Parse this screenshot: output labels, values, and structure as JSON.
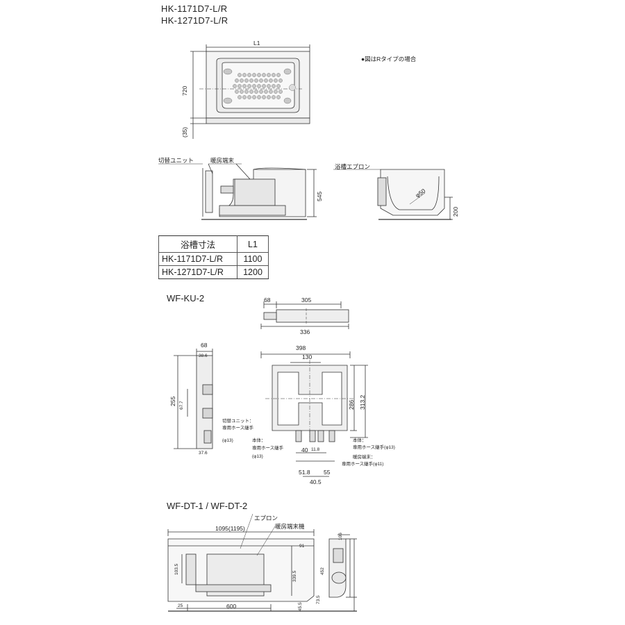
{
  "header": {
    "model_line_1": "HK-1171D7-L/R",
    "model_line_2": "HK-1271D7-L/R"
  },
  "top_view": {
    "note": "●図はRタイプの場合",
    "dim_l1": "L1",
    "dim_720": "720",
    "dim_35": "(35)"
  },
  "side_view": {
    "label_switch_unit": "切替ユニット",
    "label_heating_terminal": "暖房端末",
    "dim_545": "545"
  },
  "section_view": {
    "label_apron": "浴槽エプロン",
    "dim_phi50": "φ50",
    "dim_200": "200"
  },
  "spec_table": {
    "headers": [
      "浴槽寸法",
      "L1"
    ],
    "rows": [
      {
        "model": "HK-1171D7-L/R",
        "l1": "1100"
      },
      {
        "model": "HK-1271D7-L/R",
        "l1": "1200"
      }
    ]
  },
  "wf_ku": {
    "title": "WF-KU-2",
    "dim_68_top": "68",
    "dim_305": "305",
    "dim_336": "336",
    "dim_68_side": "68",
    "dim_38_6": "38.6",
    "dim_255": "255",
    "dim_67_7": "67.7",
    "dim_37_6": "37.6",
    "dim_398": "398",
    "dim_130": "130",
    "dim_286": "286",
    "dim_313_2": "313.2",
    "dim_40": "40",
    "dim_11_8": "11.8",
    "dim_51_8": "51.8",
    "dim_55": "55",
    "dim_40_5": "40.5",
    "label_left_1": "切替ユニット：",
    "label_left_2": "専用ホース継手",
    "label_left_3": "(φ13)",
    "label_mid_1": "本体：",
    "label_mid_2": "専用ホース継手",
    "label_mid_3": "(φ13)",
    "label_right_1": "本体：",
    "label_right_2": "専用ホース継手(φ13)",
    "label_right_3": "暖房端末：",
    "label_right_4": "専用ホース継手(φ11)"
  },
  "wf_dt": {
    "title": "WF-DT-1 / WF-DT-2",
    "label_apron": "エプロン",
    "label_heating_unit": "暖房端末機",
    "dim_1095": "1095(1195)",
    "dim_103_5": "103.5",
    "dim_339_5": "339.5",
    "dim_91": "91",
    "dim_452": "452",
    "dim_106": "106",
    "dim_73_5": "73.5",
    "dim_45_5": "45.5",
    "dim_25": "25",
    "dim_600": "600"
  }
}
